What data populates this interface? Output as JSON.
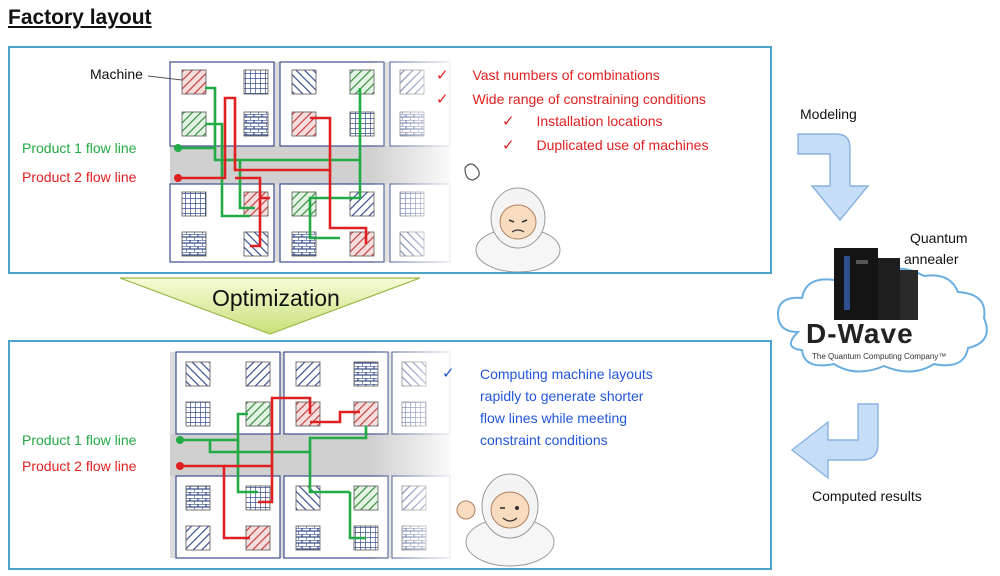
{
  "title": "Factory layout",
  "top_panel": {
    "machine_label": "Machine",
    "product1_label": "Product 1 flow line",
    "product2_label": "Product 2 flow line",
    "checklist": [
      {
        "mark": "✓",
        "text": "Vast numbers of combinations"
      },
      {
        "mark": "✓",
        "text": "Wide range of constraining conditions"
      },
      {
        "mark": "✓",
        "text": "Installation locations"
      },
      {
        "mark": "✓",
        "text": "Duplicated use of machines"
      }
    ]
  },
  "optimization_label": "Optimization",
  "bottom_panel": {
    "product1_label": "Product 1 flow line",
    "product2_label": "Product 2 flow line",
    "check_mark": "✓",
    "result_lines": [
      "Computing machine layouts",
      "rapidly to generate shorter",
      "flow lines while meeting",
      "constraint conditions"
    ]
  },
  "right_side": {
    "modeling_label": "Modeling",
    "quantum_label_1": "Quantum",
    "quantum_label_2": "annealer",
    "dwave_logo": "D-Wave",
    "dwave_tagline": "The Quantum Computing Company™",
    "computed_label": "Computed results"
  },
  "colors": {
    "panel_border": "#4aa3c9",
    "product1": "#22aa44",
    "product2": "#e02020",
    "checklist_text": "#e02020",
    "result_text": "#2255dd",
    "arrow_fill": "#c5ddf7"
  },
  "icons": [
    "person-worried-icon",
    "person-winking-icon",
    "quantum-computer-icon",
    "cloud-icon"
  ]
}
